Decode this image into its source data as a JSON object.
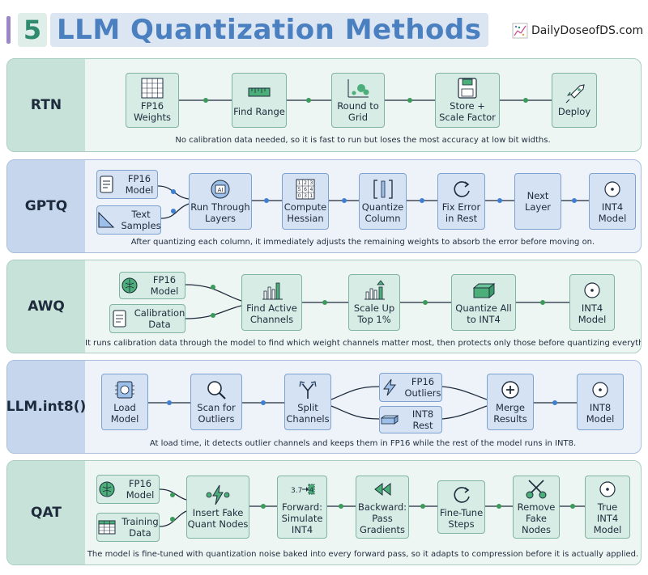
{
  "header": {
    "number": "5",
    "title": "LLM Quantization Methods",
    "brand": "DailyDoseofDS.com"
  },
  "rtn": {
    "label": "RTN",
    "nodes": [
      "FP16 Weights",
      "Find Range",
      "Round to Grid",
      "Store + Scale Factor",
      "Deploy"
    ],
    "caption": "No calibration data needed, so it is fast to run but loses the most accuracy at low bit widths."
  },
  "gptq": {
    "label": "GPTQ",
    "inputs": [
      "FP16 Model",
      "Text Samples"
    ],
    "nodes": [
      "Run Through Layers",
      "Compute Hessian",
      "Quantize Column",
      "Fix Error in Rest",
      "Next Layer",
      "INT4 Model"
    ],
    "ai_badge": "AI",
    "hessian_digits": [
      "1",
      "2",
      "3",
      "5",
      "6",
      "4",
      "0",
      "3",
      "1"
    ],
    "caption": "After quantizing each column, it immediately adjusts the remaining weights to absorb the error before moving on."
  },
  "awq": {
    "label": "AWQ",
    "inputs": [
      "FP16 Model",
      "Calibration Data"
    ],
    "nodes": [
      "Find Active Channels",
      "Scale Up Top 1%",
      "Quantize All to INT4",
      "INT4 Model"
    ],
    "caption": "It runs calibration data through the model to find which weight channels matter most, then protects only those before quantizing everything else."
  },
  "llmint8": {
    "label": "LLM.int8()",
    "nodes": [
      "Load Model",
      "Scan for Outliers",
      "Split Channels",
      "Merge Results",
      "INT8 Model"
    ],
    "branches": [
      "FP16 Outliers",
      "INT8 Rest"
    ],
    "caption": "At load time, it detects outlier channels and keeps them in FP16 while the rest of the model runs in INT8."
  },
  "qat": {
    "label": "QAT",
    "inputs": [
      "FP16 Model",
      "Training Data"
    ],
    "nodes": [
      "Insert Fake Quant Nodes",
      "Forward: Simulate INT4",
      "Backward: Pass Gradients",
      "Fine-Tune Steps",
      "Remove Fake Nodes",
      "True INT4 Model"
    ],
    "forward_from": "3.7",
    "forward_to": "4",
    "caption": "The model is fine-tuned with quantization noise baked into every forward pass, so it adapts to compression before it is actually applied."
  },
  "colors": {
    "green_panel": "#eef6f3",
    "blue_panel": "#eef3fa",
    "title_blue": "#4a7fc0",
    "accent_green": "#2f8a6e",
    "dot_green": "#3a9a5a",
    "dot_blue": "#3f7fd0"
  }
}
